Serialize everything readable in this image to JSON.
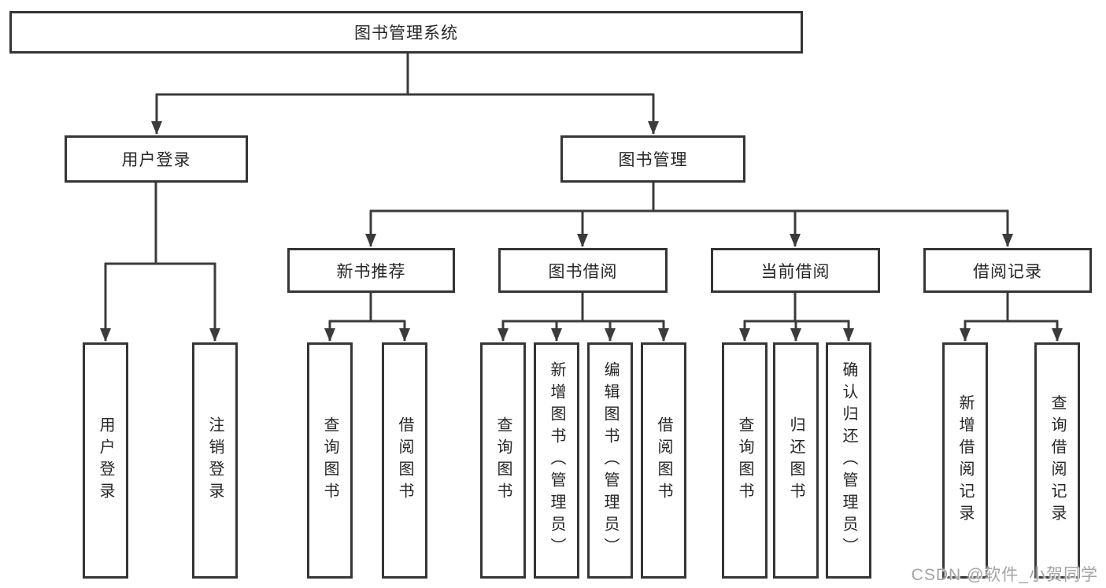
{
  "diagram": {
    "title": "图书管理系统",
    "level2": [
      {
        "label": "用户登录"
      },
      {
        "label": "图书管理"
      }
    ],
    "level3": [
      {
        "parent": "图书管理",
        "label": "新书推荐"
      },
      {
        "parent": "图书管理",
        "label": "图书借阅"
      },
      {
        "parent": "图书管理",
        "label": "当前借阅"
      },
      {
        "parent": "图书管理",
        "label": "借阅记录"
      }
    ],
    "leaves": [
      {
        "parent": "用户登录",
        "label": "用户登录"
      },
      {
        "parent": "用户登录",
        "label": "注销登录"
      },
      {
        "parent": "新书推荐",
        "label": "查询图书"
      },
      {
        "parent": "新书推荐",
        "label": "借阅图书"
      },
      {
        "parent": "图书借阅",
        "label": "查询图书"
      },
      {
        "parent": "图书借阅",
        "label": "新增图书（管理员）"
      },
      {
        "parent": "图书借阅",
        "label": "编辑图书（管理员）"
      },
      {
        "parent": "图书借阅",
        "label": "借阅图书"
      },
      {
        "parent": "当前借阅",
        "label": "查询图书"
      },
      {
        "parent": "当前借阅",
        "label": "归还图书"
      },
      {
        "parent": "当前借阅",
        "label": "确认归还（管理员）"
      },
      {
        "parent": "借阅记录",
        "label": "新增借阅记录"
      },
      {
        "parent": "借阅记录",
        "label": "查询借阅记录"
      }
    ]
  },
  "watermark": {
    "text": "CSDN @软件_小贺同学"
  },
  "colors": {
    "line": "#3b3b3b",
    "border": "#353535",
    "text": "#262626",
    "background": "#ffffff",
    "watermark": "#a3a3a3"
  }
}
